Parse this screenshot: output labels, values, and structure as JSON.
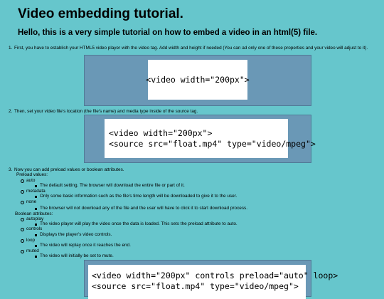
{
  "page": {
    "title": "Video embedding tutorial.",
    "subtitle": "Hello, this is a very simple tutorial on how to embed a video in an html(5) file."
  },
  "steps": [
    {
      "number": "1.",
      "text": "First, you have to establish your HTML5 video player with the video tag. Add width and height if needed (You can ad only one of these properties and your video will adjust to it).",
      "code": [
        "<video width=\"200px\">"
      ]
    },
    {
      "number": "2.",
      "text": "Then, set your video file's location (the file's name) and media type inside of the source tag.",
      "code": [
        "<video width=\"200px\">",
        "<source src=\"float.mp4\" type=\"video/mpeg\">"
      ]
    },
    {
      "number": "3.",
      "text": "Now you can add preload values or boolean attributes.",
      "code": [
        "<video width=\"200px\" controls preload=\"auto\" loop>",
        "<source src=\"float.mp4\" type=\"video/mpeg\">"
      ]
    }
  ],
  "preload": {
    "heading": "Preload values:",
    "items": [
      {
        "name": "auto",
        "desc": "The default setting. The browser will download the entire file or part of it."
      },
      {
        "name": "metadata",
        "desc": "Only some basic information such as the file's time length will be downloaded to give it to the user."
      },
      {
        "name": "none",
        "desc": "The browser will not download any of the file and the user will have to click it to start download process."
      }
    ]
  },
  "boolean": {
    "heading": "Boolean attributes:",
    "items": [
      {
        "name": "autoplay",
        "desc": "The video player will play the video once the data is loaded. This sets the preload attribute to auto."
      },
      {
        "name": "controls",
        "desc": "Displays the player's video controls."
      },
      {
        "name": "loop",
        "desc": "The video will replay once it reaches the end."
      },
      {
        "name": "muted",
        "desc": "The video will initially be set to mute."
      }
    ]
  },
  "colors": {
    "background": "#66c6cc",
    "code_box": "#6a98b6",
    "code_inner": "#ffffff"
  }
}
